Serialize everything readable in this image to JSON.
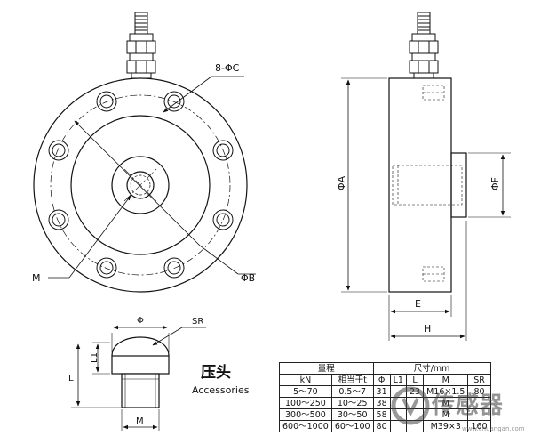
{
  "labels": {
    "bolt_holes": "8-ΦC",
    "thread_m": "M",
    "dia_b": "ΦB",
    "dia_a": "ΦA",
    "dia_f": "ΦF",
    "dim_e": "E",
    "dim_h": "H",
    "acc_phi": "Φ",
    "acc_sr": "SR",
    "acc_l1": "L1",
    "acc_l": "L",
    "acc_m": "M"
  },
  "accessories": {
    "title_cn": "压头",
    "title_en": "Accessories"
  },
  "spec_table": {
    "group_range": "量程",
    "group_size": "尺寸/mm",
    "col_kn": "kN",
    "col_t": "相当于t",
    "col_phi": "Φ",
    "col_l1": "L1",
    "col_l": "L",
    "col_m": "M",
    "col_sr": "SR",
    "rows": [
      {
        "kn": "5～70",
        "t": "0.5～7",
        "phi": "31",
        "l1": "",
        "l": "23",
        "m": "M16×1.5",
        "sr": "80"
      },
      {
        "kn": "100～250",
        "t": "10～25",
        "phi": "38",
        "l1": "",
        "l": "",
        "m": "M",
        "sr": ""
      },
      {
        "kn": "300～500",
        "t": "30～50",
        "phi": "58",
        "l1": "",
        "l": "",
        "m": "M",
        "sr": ""
      },
      {
        "kn": "600～1000",
        "t": "60～100",
        "phi": "80",
        "l1": "",
        "l": "",
        "m": "M39×3",
        "sr": "160"
      }
    ]
  },
  "watermark": {
    "text": "传感器",
    "url": "www.chuangan.com"
  }
}
